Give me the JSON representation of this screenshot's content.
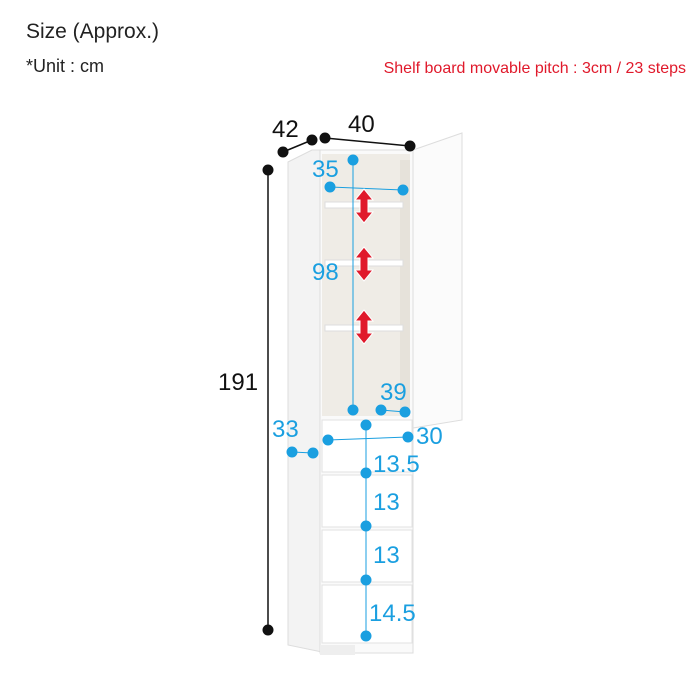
{
  "header": {
    "title": "Size (Approx.)",
    "unit": "*Unit : cm",
    "pitch_note": "Shelf board movable pitch : 3cm / 23 steps"
  },
  "dimensions": {
    "depth": "42",
    "width": "40",
    "height": "191",
    "inner_width_top": "35",
    "inner_height": "98",
    "inner_width_bottom": "39",
    "drawer_depth": "33",
    "drawer_width": "30",
    "drawer1": "13.5",
    "drawer2": "13",
    "drawer3": "13",
    "drawer4": "14.5"
  },
  "colors": {
    "dimension": "#1a9fe0",
    "arrow": "#e0192b"
  }
}
